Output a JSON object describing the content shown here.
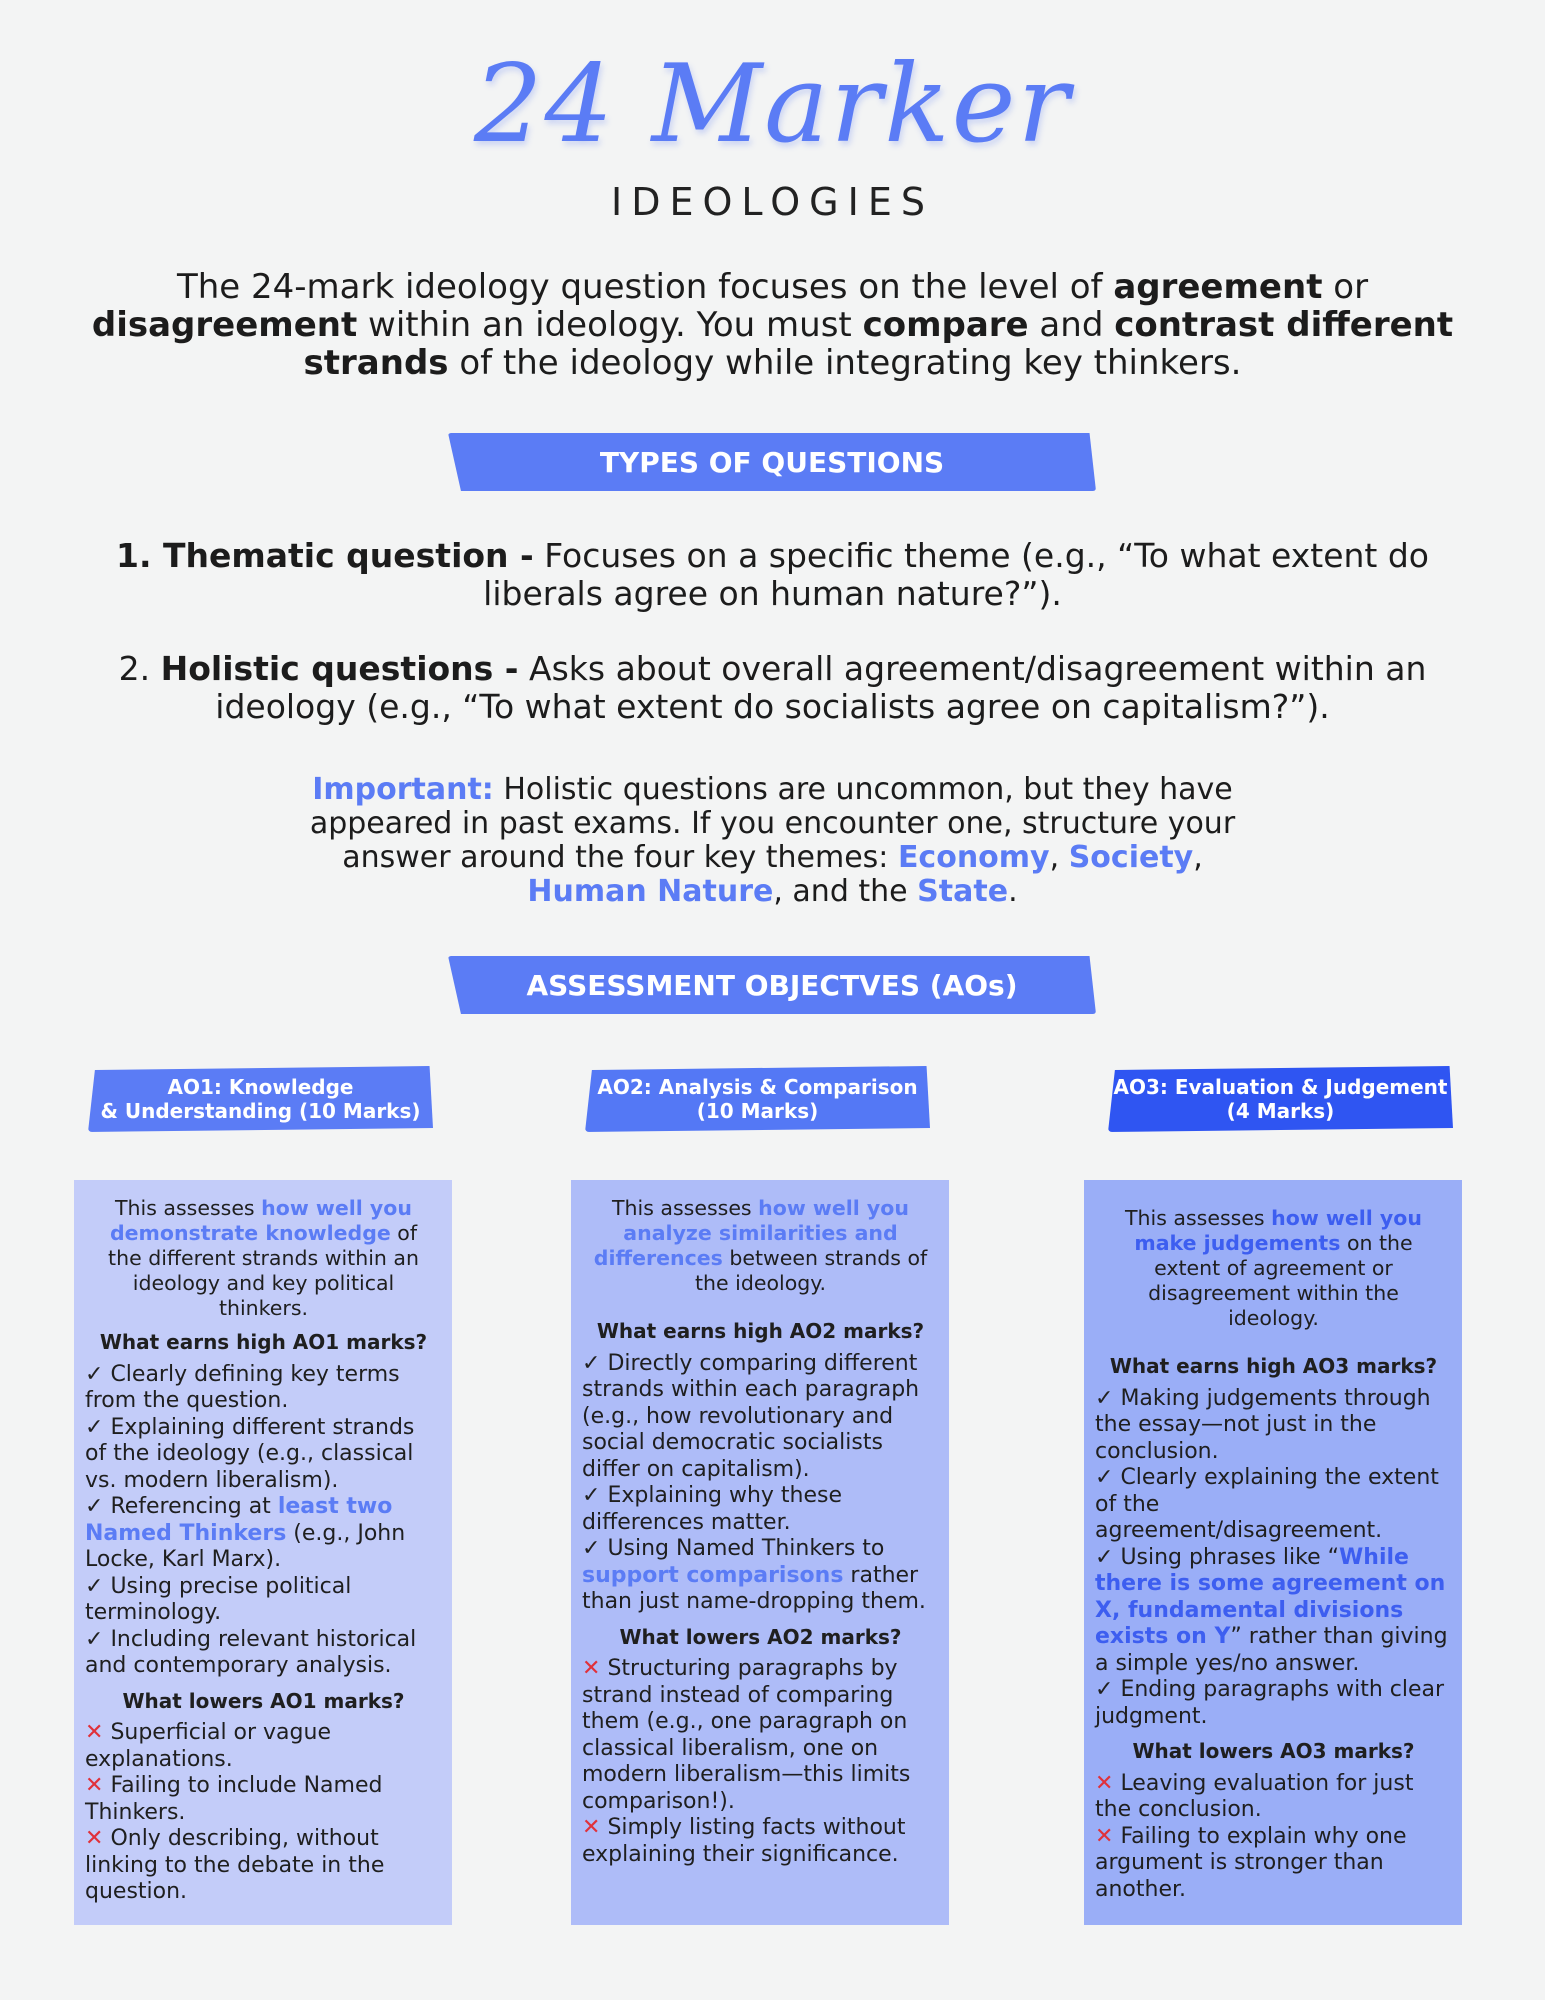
{
  "header": {
    "title": "24 Marker",
    "subtitle": "IDEOLOGIES"
  },
  "intro": {
    "p1": "The 24-mark ideology question focuses on the level of ",
    "b1": "agreement",
    "p2": " or ",
    "b2": "disagreement",
    "p3": " within an ideology. You must ",
    "b3": "compare",
    "p4": " and ",
    "b4": "contrast different strands",
    "p5": " of the ideology while integrating key thinkers."
  },
  "banners": {
    "types": "TYPES OF QUESTIONS",
    "aos": "ASSESSMENT OBJECTVES (AOs)"
  },
  "questions": [
    {
      "label": "1. Thematic question -",
      "text": " Focuses on a specific theme (e.g., “To what extent do liberals agree on human nature?”)."
    },
    {
      "label_num": "2. ",
      "label": "Holistic questions -",
      "text": " Asks about overall agreement/disagreement within an ideology (e.g., “To what extent do socialists agree on capitalism?”)."
    }
  ],
  "important": {
    "label": "Important:",
    "t1": " Holistic questions are uncommon, but they have appeared in past exams. If you encounter one, structure your answer around the four key themes: ",
    "k1": "Economy",
    "s1": ", ",
    "k2": "Society",
    "s2": ", ",
    "k3": "Human Nature",
    "s3": ", and the ",
    "k4": "State",
    "s4": "."
  },
  "ao1": {
    "head_l1": "AO1: Knowledge",
    "head_l2": "& Understanding (10 Marks)",
    "d1": "This assesses ",
    "dh": "how well you demonstrate knowledge",
    "d2": " of the different strands within an ideology and key political thinkers.",
    "high_title": "What earns high AO1 marks?",
    "high": [
      "Clearly defining key terms from the question.",
      "Explaining different strands of the ideology (e.g., classical vs. modern liberalism)."
    ],
    "high3_a": "Referencing at ",
    "high3_h": "least two Named Thinkers",
    "high3_b": " (e.g., John Locke, Karl Marx).",
    "high4": "Using precise political terminology.",
    "high5": "Including relevant historical and contemporary analysis.",
    "low_title": "What lowers AO1 marks?",
    "low": [
      "Superficial or vague explanations.",
      "Failing to include Named Thinkers.",
      "Only describing, without linking to the debate in the question."
    ]
  },
  "ao2": {
    "head_l1": "AO2: Analysis & Comparison",
    "head_l2": "(10 Marks)",
    "d1": "This assesses ",
    "dh": "how well you analyze similarities and differences",
    "d2": " between strands of the ideology.",
    "high_title": "What earns high AO2 marks?",
    "high1": "Directly comparing different strands within each paragraph (e.g., how revolutionary and social democratic socialists differ on capitalism).",
    "high2": "Explaining why these differences matter.",
    "high3_a": "Using Named Thinkers to ",
    "high3_h": "support comparisons",
    "high3_b": " rather than just name-dropping them.",
    "low_title": "What lowers AO2 marks?",
    "low": [
      "Structuring paragraphs by strand instead of comparing them (e.g., one paragraph on classical liberalism, one on modern liberalism—this limits comparison!).",
      "Simply listing facts without explaining their significance."
    ]
  },
  "ao3": {
    "head_l1": "AO3: Evaluation & Judgement",
    "head_l2": "(4 Marks)",
    "d1": "This assesses ",
    "dh": "how well you make judgements",
    "d2": " on the extent of agreement or disagreement within the ideology.",
    "high_title": "What earns high AO3 marks?",
    "high1": "Making judgements through the essay—not just in the conclusion.",
    "high2": "Clearly explaining the extent of the agreement/disagreement.",
    "high3_a": "Using phrases like “",
    "high3_h": "While there is some agreement on X, fundamental divisions exists on Y",
    "high3_b": "” rather than giving a simple yes/no answer.",
    "high4": "Ending paragraphs with clear judgment.",
    "low_title": "What lowers AO3 marks?",
    "low": [
      "Leaving evaluation for just the conclusion.",
      "Failing to explain why one argument is stronger than another."
    ]
  },
  "icons": {
    "check": "✓",
    "cross": "✕"
  },
  "colors": {
    "accent": "#5b7cf5",
    "accent_dark": "#2f55f2",
    "cross": "#e0313a"
  }
}
